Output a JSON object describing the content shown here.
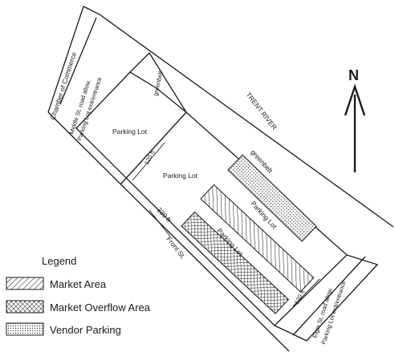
{
  "map": {
    "north": "N",
    "labels": {
      "chamber": "Chamber of Commerce",
      "middle_line1": "Middle St. road allow.",
      "middle_line2": "Parking Lot exit/entrance",
      "greenbelt_top": "greenbelt",
      "trent_river": "TRENT RIVER",
      "parking_lot_1": "Parking Lot",
      "dim_120_top": "120 ft",
      "parking_lot_2": "Parking Lot",
      "greenbelt_right": "greenbelt",
      "parking_lot_3": "Parking Lot",
      "dim_330": "330 ft",
      "parking_lot_4": "Parking Lot",
      "front_st": "Front St.",
      "dim_120_bottom": "120 ft",
      "elgin_line1": "Elgin St. road allow.",
      "elgin_line2": "Parking Lot exit/entrance"
    },
    "legend": {
      "title": "Legend",
      "items": [
        {
          "label": "Market Area",
          "pattern": "diagonal-hatch"
        },
        {
          "label": "Market Overflow Area",
          "pattern": "crosshatch"
        },
        {
          "label": "Vendor Parking",
          "pattern": "dots"
        }
      ]
    },
    "colors": {
      "line": "#1a1a1a",
      "background": "#ffffff"
    }
  }
}
